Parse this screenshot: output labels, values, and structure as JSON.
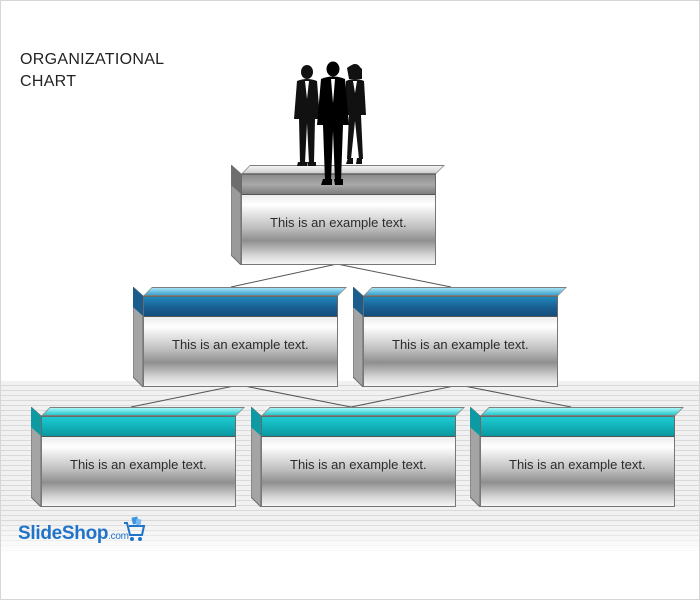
{
  "title": "ORGANIZATIONAL\nCHART",
  "logo": {
    "name": "SlideShop",
    "suffix": ".com"
  },
  "nodes": [
    {
      "text": "This is an example text.",
      "style": "gray"
    },
    {
      "text": "This is an example text.",
      "style": "blue"
    },
    {
      "text": "This is an example text.",
      "style": "blue"
    },
    {
      "text": "This is an example text.",
      "style": "teal"
    },
    {
      "text": "This is an example text.",
      "style": "teal"
    },
    {
      "text": "This is an example text.",
      "style": "teal"
    }
  ],
  "links": [
    [
      0,
      1
    ],
    [
      0,
      2
    ],
    [
      1,
      3
    ],
    [
      1,
      4
    ],
    [
      2,
      4
    ],
    [
      2,
      5
    ]
  ],
  "icons": [
    "business-people-silhouette-icon",
    "shopping-cart-icon"
  ]
}
